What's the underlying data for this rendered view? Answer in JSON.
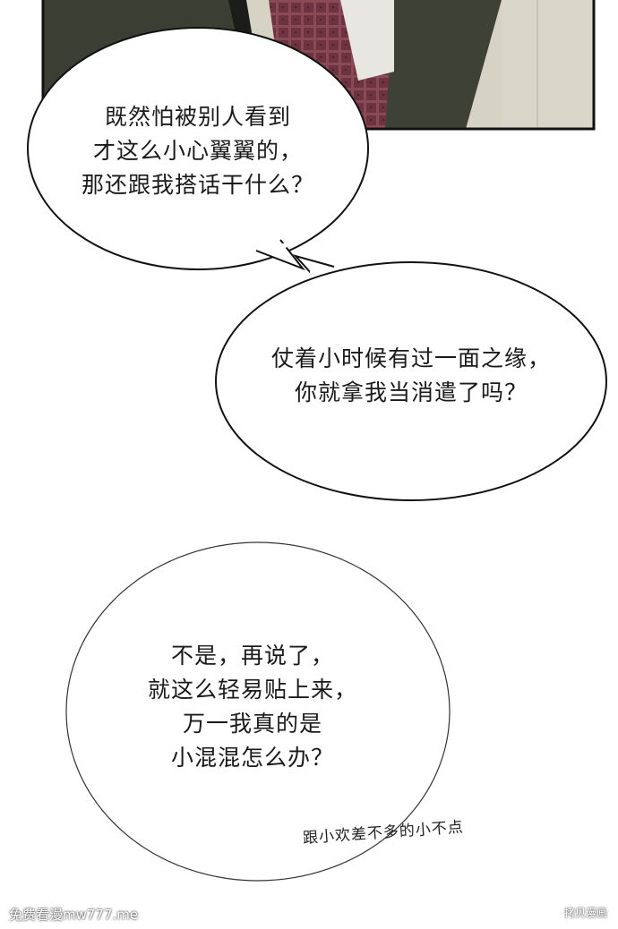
{
  "bubbles": [
    {
      "lines": [
        "既然怕被别人看到",
        "才这么小心翼翼的，",
        "那还跟我搭话干什么？"
      ]
    },
    {
      "lines": [
        "仗着小时候有过一面之缘，",
        "你就拿我当消遣了吗？"
      ]
    },
    {
      "lines": [
        "不是，再说了，",
        "就这么轻易贴上来，",
        "万一我真的是",
        "小混混怎么办？"
      ]
    }
  ],
  "sfx_text": "跟小欢差不多的小不点",
  "watermark": {
    "site": "免费看漫mw777.me",
    "corner": "拷贝漫画"
  },
  "colors": {
    "panel_border": "#111111",
    "coat_green": "#3b3f33",
    "plaid_red": "#7a3b45",
    "shirt": "#e8e6e0",
    "wall": "#d6d2c4"
  }
}
